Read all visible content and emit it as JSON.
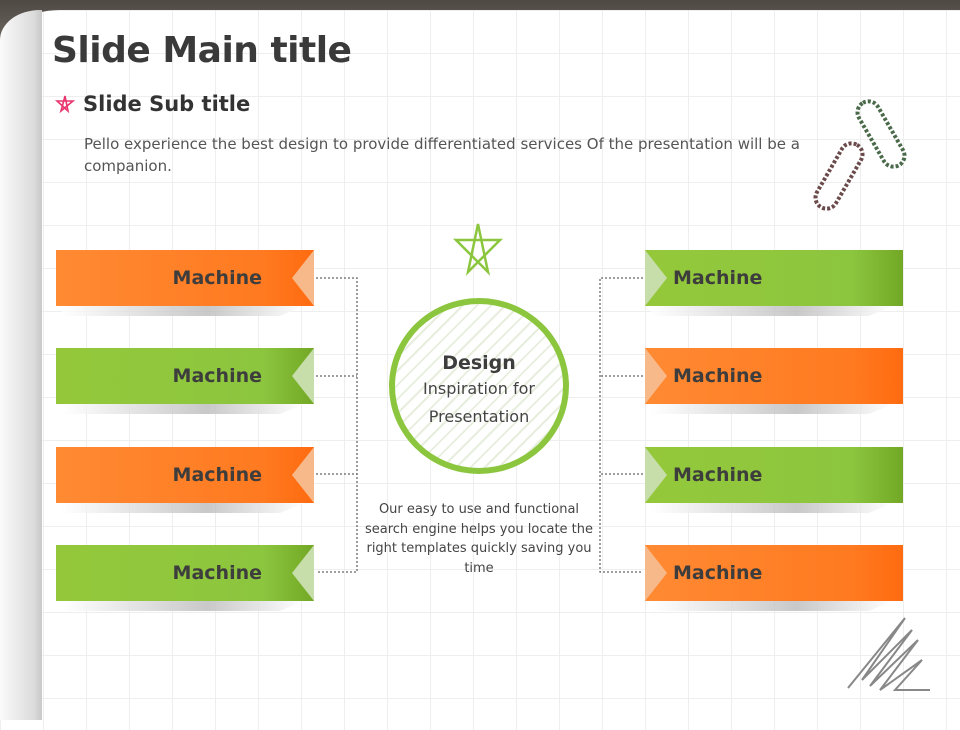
{
  "title": "Slide Main title",
  "subtitle": "Slide Sub title",
  "description": "Pello experience the best design to provide differentiated services Of the presentation will be a companion.",
  "left_items": [
    {
      "label": "Machine",
      "color": "orange"
    },
    {
      "label": "Machine",
      "color": "green"
    },
    {
      "label": "Machine",
      "color": "orange"
    },
    {
      "label": "Machine",
      "color": "green"
    }
  ],
  "right_items": [
    {
      "label": "Machine",
      "color": "green"
    },
    {
      "label": "Machine",
      "color": "orange"
    },
    {
      "label": "Machine",
      "color": "green"
    },
    {
      "label": "Machine",
      "color": "orange"
    }
  ],
  "center": {
    "heading": "Design",
    "line1": "Inspiration for",
    "line2": "Presentation"
  },
  "body_text": "Our easy to use and functional search engine helps you locate the right templates quickly saving you time",
  "colors": {
    "orange": "#ff7f2a",
    "green": "#8cc63f",
    "accent_pink": "#e8336e"
  }
}
